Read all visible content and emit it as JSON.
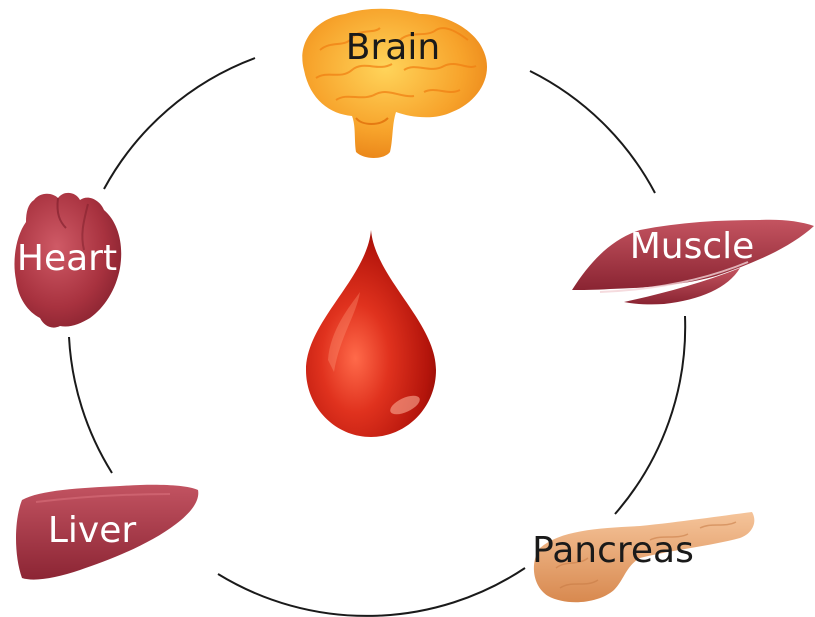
{
  "diagram": {
    "center": {
      "icon": "blood-drop-icon"
    },
    "organs": [
      {
        "id": "brain",
        "label": "Brain",
        "icon": "brain-icon",
        "label_color": "#1a1a1a"
      },
      {
        "id": "muscle",
        "label": "Muscle",
        "icon": "muscle-icon",
        "label_color": "#ffffff"
      },
      {
        "id": "pancreas",
        "label": "Pancreas",
        "icon": "pancreas-icon",
        "label_color": "#1a1a1a"
      },
      {
        "id": "liver",
        "label": "Liver",
        "icon": "liver-icon",
        "label_color": "#ffffff"
      },
      {
        "id": "heart",
        "label": "Heart",
        "icon": "heart-icon",
        "label_color": "#ffffff"
      }
    ],
    "colors": {
      "ring": "#1a1a1a",
      "blood": "#b8180e",
      "organ_red": "#a83440",
      "brain_orange": "#f7a32b",
      "pancreas_tan": "#e6a072"
    }
  }
}
